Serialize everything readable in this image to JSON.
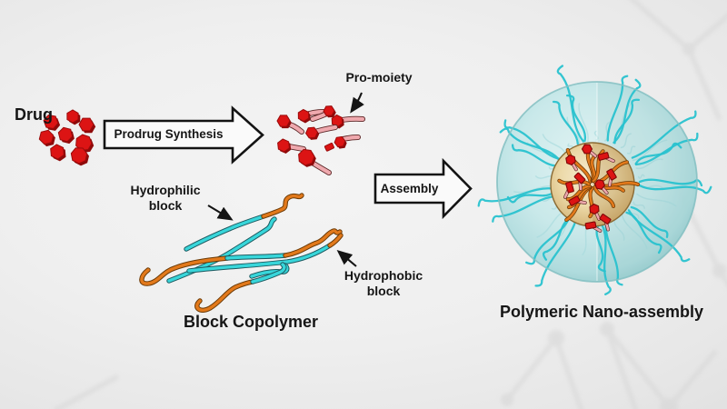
{
  "title": "Prodrug polymeric nano-assembly schematic",
  "labels": {
    "drug": "Drug",
    "prodrug_synthesis": "Prodrug Synthesis",
    "pro_moiety": "Pro-moiety",
    "hydrophilic": {
      "line1": "Hydrophilic",
      "line2": "block"
    },
    "hydrophobic": {
      "line1": "Hydrophobic",
      "line2": "block"
    },
    "block_copolymer": "Block Copolymer",
    "assembly": "Assembly",
    "nano_assembly": "Polymeric Nano-assembly"
  },
  "colors": {
    "drug_red": "#dc1414",
    "drug_red_dark": "#8e0a0a",
    "pro_moiety_pink": "#efa9ae",
    "pro_moiety_pink_dark": "#5b2626",
    "hydrophilic_cyan": "#38d6da",
    "hydrophilic_cyan_dark": "#1d5a60",
    "hydrophobic_orange": "#e2791b",
    "hydrophobic_orange_dark": "#6b3a06",
    "strand_cyan": "#29c2cf",
    "strand_faint": "#a8dadd",
    "sphere_teal": "#bfe3e4",
    "core_tan": "#ecd9a8",
    "arrow_fill": "#fafafa",
    "outline_black": "#141414",
    "background_gray": "#ececec",
    "network_gray": "#d4d4d4"
  }
}
